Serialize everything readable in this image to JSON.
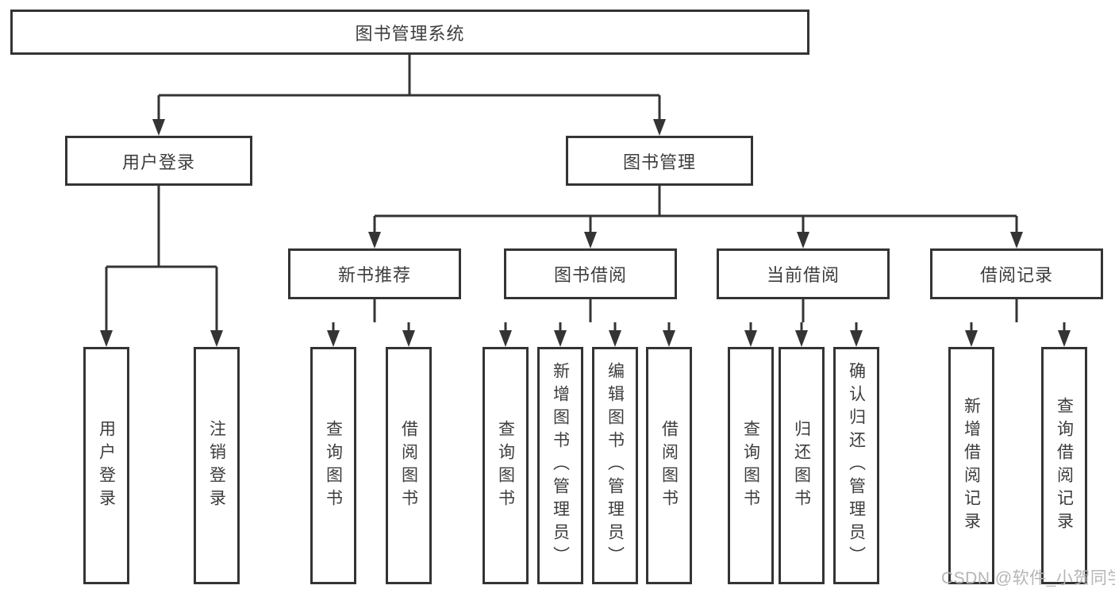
{
  "diagram": {
    "root": {
      "label": "图书管理系统"
    },
    "branches": [
      {
        "label": "用户登录",
        "leaves": [
          "用户登录",
          "注销登录"
        ]
      },
      {
        "label": "图书管理",
        "children": [
          {
            "label": "新书推荐",
            "leaves": [
              "查询图书",
              "借阅图书"
            ]
          },
          {
            "label": "图书借阅",
            "leaves": [
              "查询图书",
              "新增图书（管理员）",
              "编辑图书（管理员）",
              "借阅图书"
            ]
          },
          {
            "label": "当前借阅",
            "leaves": [
              "查询图书",
              "归还图书",
              "确认归还（管理员）"
            ]
          },
          {
            "label": "借阅记录",
            "leaves": [
              "新增借阅记录",
              "查询借阅记录"
            ]
          }
        ]
      }
    ],
    "watermark": "CSDN @软件_小贺同学",
    "colors": {
      "line": "#343434",
      "text": "#3d3d3d",
      "watermark": "#b5b5b5",
      "background": "#ffffff"
    }
  }
}
